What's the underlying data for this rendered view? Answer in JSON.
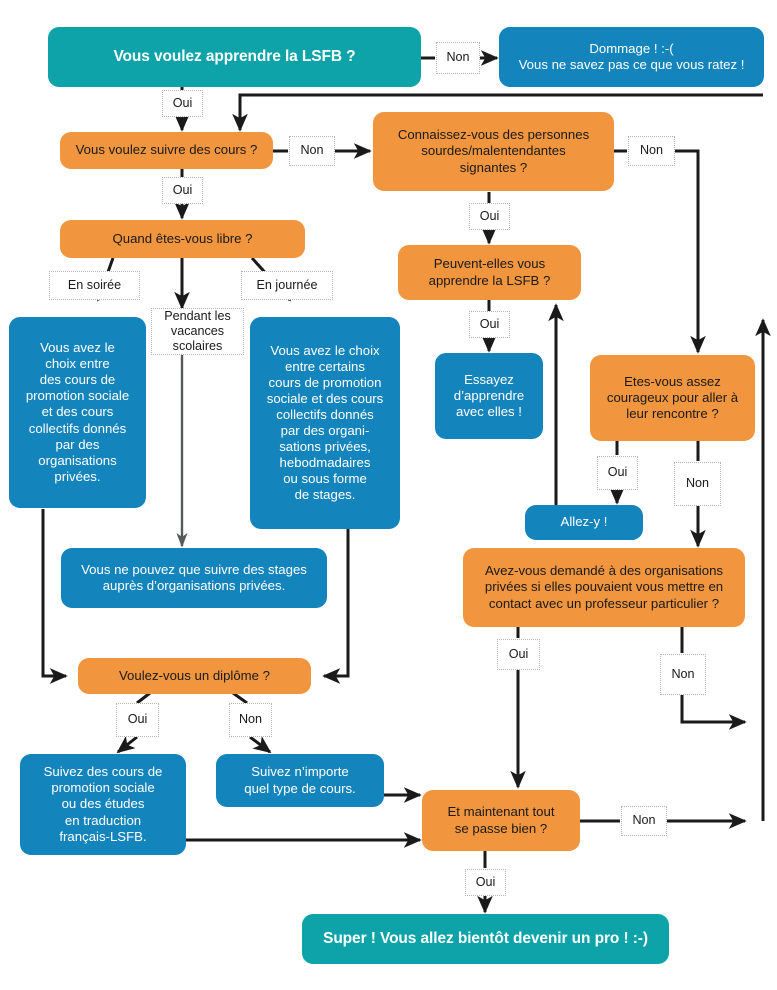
{
  "diagram": {
    "title": "Vous voulez apprendre la LSFB ?",
    "language": "fr",
    "colors": {
      "teal": "#0DA3A8",
      "blue": "#1484BD",
      "orange": "#F1953F",
      "edge": "#1a1a1a",
      "edge_gray": "#58595B",
      "label_border": "#b4b4b4",
      "background": "#ffffff"
    },
    "nodes": {
      "start": "Vous voulez apprendre la LSFB ?",
      "dommage": "Dommage ! :-(\nVous ne savez pas ce que vous ratez !",
      "suivre_cours": "Vous voulez suivre des cours ?",
      "connaissez": "Connaissez-vous des personnes\nsourdes/malentendantes\nsignantes ?",
      "quand_libre": "Quand êtes-vous libre ?",
      "peuvent_elles": "Peuvent-elles vous\napprendre la LSFB ?",
      "soiree_box": "Vous avez le\nchoix entre\ndes cours de\npromotion sociale\net des cours\ncollectifs donnés\npar des\norganisations\nprivées.",
      "journee_box": "Vous avez le choix\nentre certains\ncours de promotion\nsociale et des cours\ncollectifs donnés\npar des organi-\nsations privées,\nhebodmadaires\nou sous forme\nde stages.",
      "essayez": "Essayez\nd’apprendre\navec elles !",
      "courageux": "Etes-vous assez\ncourageux pour aller à\nleur rencontre ?",
      "allez_y": "Allez-y !",
      "stages_seulement": "Vous ne pouvez que suivre des stages\nauprès d’organisations privées.",
      "avez_vous_demande": "Avez-vous demandé à des organisations\nprivées si elles pouvaient vous mettre en\ncontact avec un professeur particulier ?",
      "diplome": "Voulez-vous un diplôme ?",
      "promotion_sociale": "Suivez des cours de\npromotion sociale\nou des études\nen traduction\nfrançais-LSFB.",
      "nimporte_quel": "Suivez n’importe\nquel type de cours.",
      "tout_se_passe": "Et maintenant tout\nse passe bien ?",
      "super": "Super ! Vous allez bientôt devenir un pro ! :-)"
    },
    "edge_labels": {
      "start_non": "Non",
      "start_oui": "Oui",
      "suivre_non": "Non",
      "suivre_oui": "Oui",
      "connaissez_non": "Non",
      "connaissez_oui": "Oui",
      "peuvent_oui": "Oui",
      "en_soiree": "En soirée",
      "pendant_vacances": "Pendant les\nvacances\nscolaires",
      "en_journee": "En journée",
      "courageux_oui": "Oui",
      "courageux_non": "Non",
      "demande_oui": "Oui",
      "demande_non": "Non",
      "diplome_oui": "Oui",
      "diplome_non": "Non",
      "passe_bien_non": "Non",
      "passe_bien_oui": "Oui"
    }
  }
}
